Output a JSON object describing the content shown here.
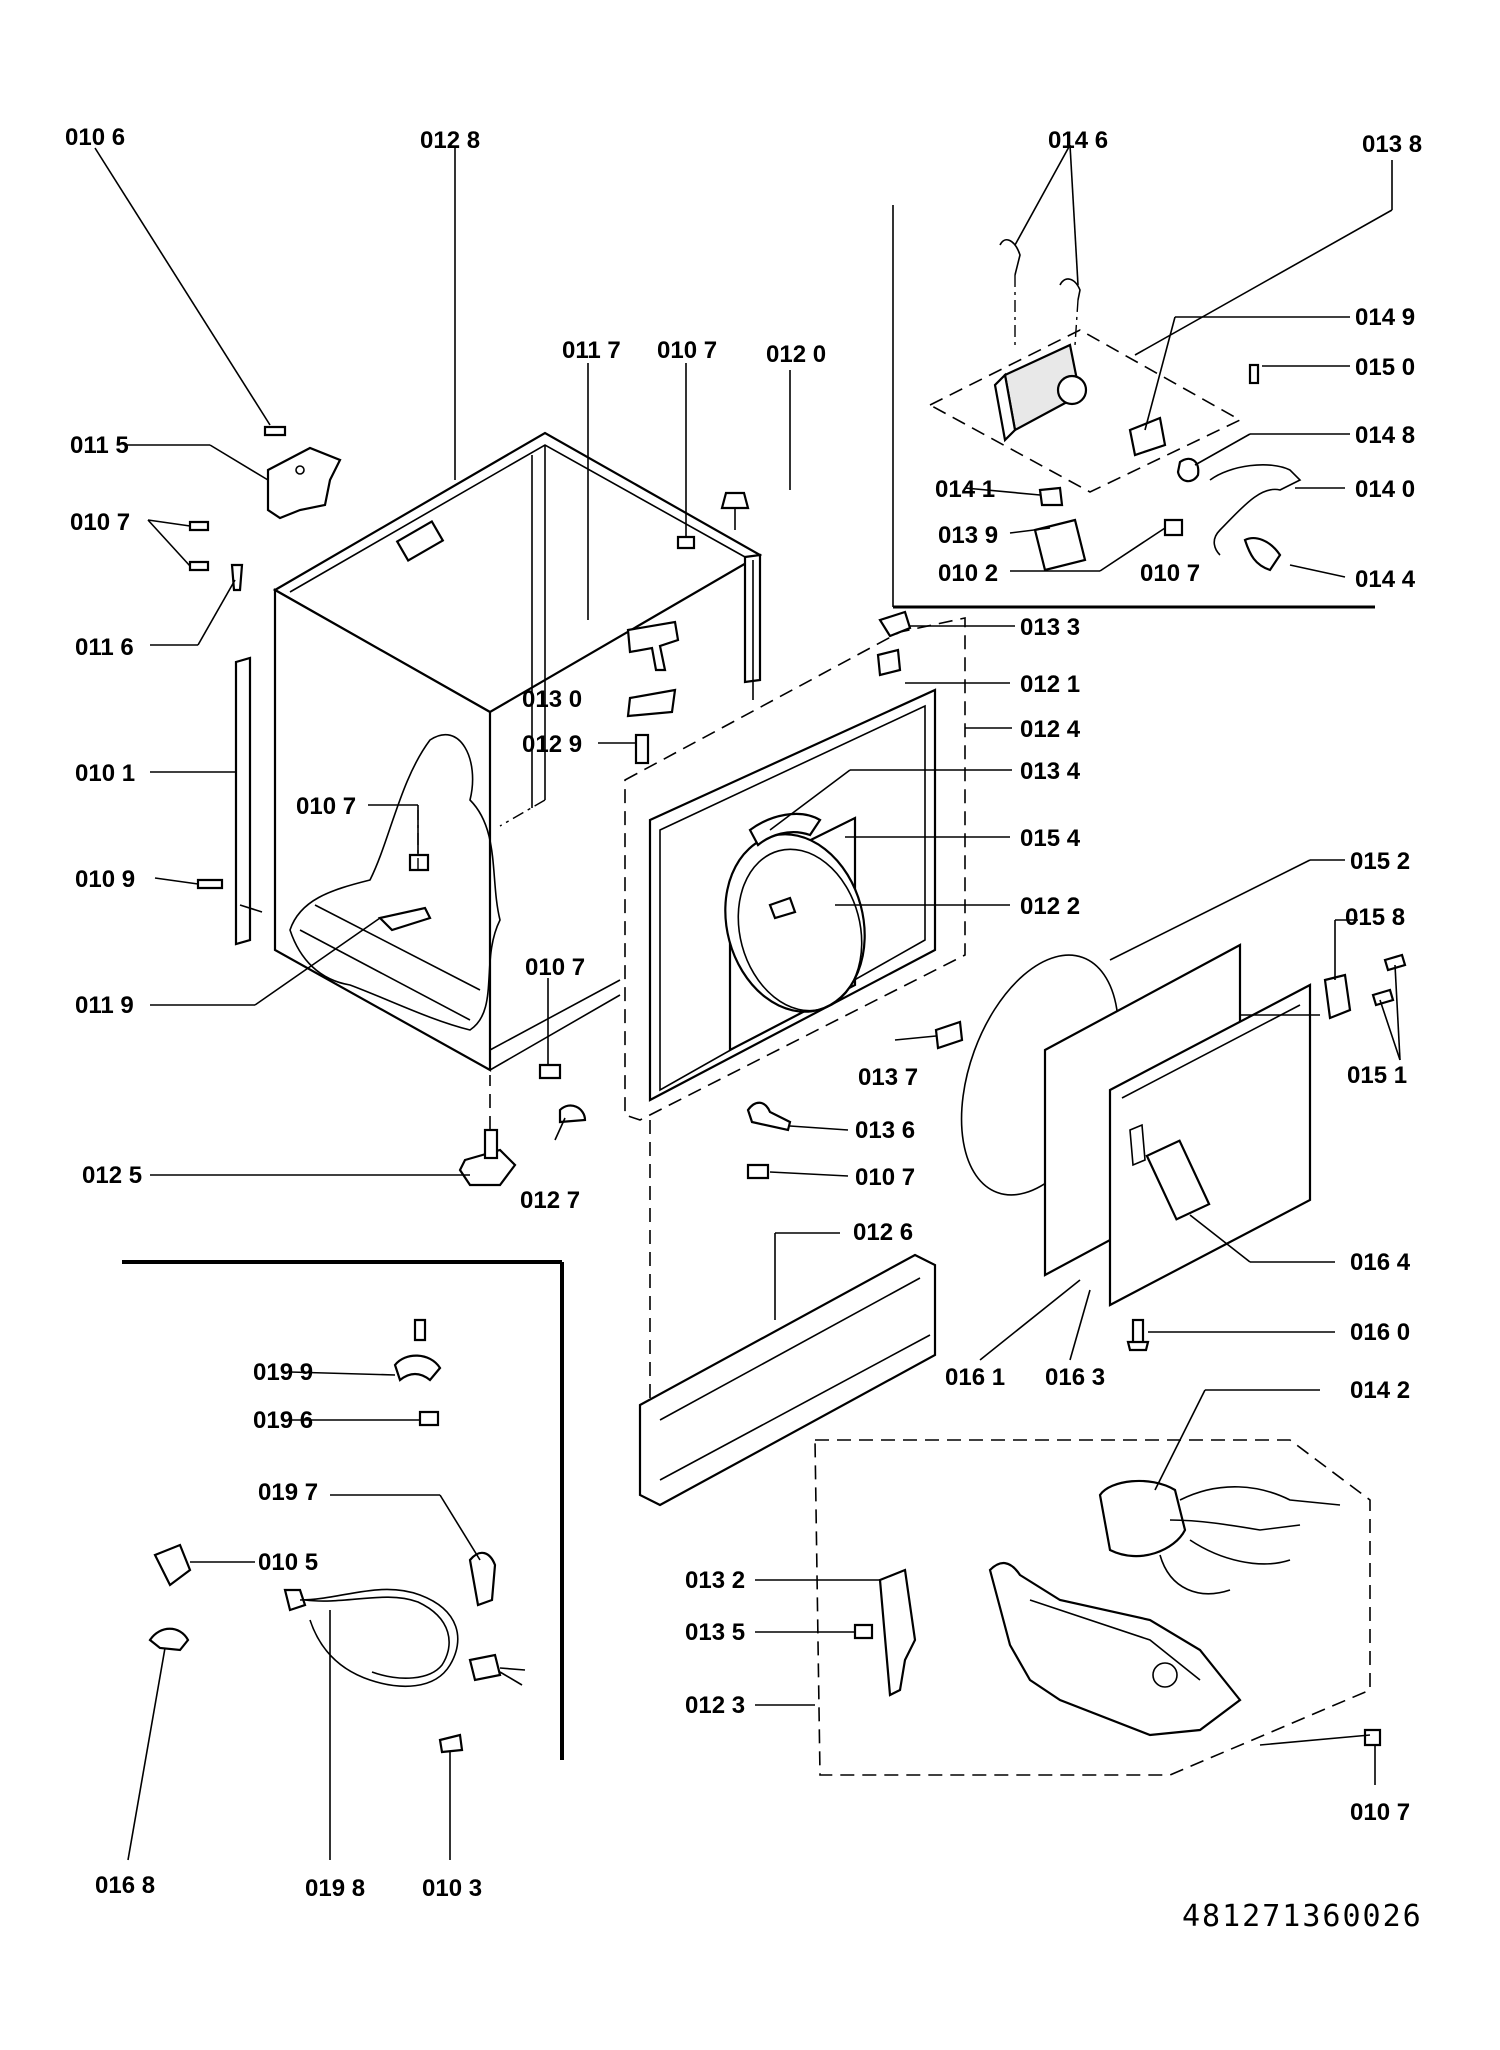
{
  "document_number": "481271360026",
  "labels": [
    {
      "id": "lbl-0106",
      "text": "010 6"
    },
    {
      "id": "lbl-0128",
      "text": "012 8"
    },
    {
      "id": "lbl-0146",
      "text": "014 6"
    },
    {
      "id": "lbl-0138",
      "text": "013 8"
    },
    {
      "id": "lbl-0117",
      "text": "011 7"
    },
    {
      "id": "lbl-0107-a",
      "text": "010 7"
    },
    {
      "id": "lbl-0120",
      "text": "012 0"
    },
    {
      "id": "lbl-0149",
      "text": "014 9"
    },
    {
      "id": "lbl-0150",
      "text": "015 0"
    },
    {
      "id": "lbl-0115",
      "text": "011 5"
    },
    {
      "id": "lbl-0148",
      "text": "014 8"
    },
    {
      "id": "lbl-0141",
      "text": "014 1"
    },
    {
      "id": "lbl-0140",
      "text": "014 0"
    },
    {
      "id": "lbl-0107-b",
      "text": "010 7"
    },
    {
      "id": "lbl-0139",
      "text": "013 9"
    },
    {
      "id": "lbl-0102",
      "text": "010 2"
    },
    {
      "id": "lbl-0107-c",
      "text": "010 7"
    },
    {
      "id": "lbl-0144",
      "text": "014 4"
    },
    {
      "id": "lbl-0116",
      "text": "011 6"
    },
    {
      "id": "lbl-0133",
      "text": "013 3"
    },
    {
      "id": "lbl-0121",
      "text": "012 1"
    },
    {
      "id": "lbl-0130",
      "text": "013 0"
    },
    {
      "id": "lbl-0124",
      "text": "012 4"
    },
    {
      "id": "lbl-0129",
      "text": "012 9"
    },
    {
      "id": "lbl-0101",
      "text": "010 1"
    },
    {
      "id": "lbl-0134",
      "text": "013 4"
    },
    {
      "id": "lbl-0107-d",
      "text": "010 7"
    },
    {
      "id": "lbl-0154",
      "text": "015 4"
    },
    {
      "id": "lbl-0152",
      "text": "015 2"
    },
    {
      "id": "lbl-0109",
      "text": "010 9"
    },
    {
      "id": "lbl-0122",
      "text": "012 2"
    },
    {
      "id": "lbl-0158",
      "text": "015 8"
    },
    {
      "id": "lbl-0107-e",
      "text": "010 7"
    },
    {
      "id": "lbl-0119",
      "text": "011 9"
    },
    {
      "id": "lbl-0137",
      "text": "013 7"
    },
    {
      "id": "lbl-0151",
      "text": "015 1"
    },
    {
      "id": "lbl-0136",
      "text": "013 6"
    },
    {
      "id": "lbl-0125",
      "text": "012 5"
    },
    {
      "id": "lbl-0107-f",
      "text": "010 7"
    },
    {
      "id": "lbl-0127",
      "text": "012 7"
    },
    {
      "id": "lbl-0126",
      "text": "012 6"
    },
    {
      "id": "lbl-0164",
      "text": "016 4"
    },
    {
      "id": "lbl-0160",
      "text": "016 0"
    },
    {
      "id": "lbl-0199",
      "text": "019 9"
    },
    {
      "id": "lbl-0161",
      "text": "016 1"
    },
    {
      "id": "lbl-0163",
      "text": "016 3"
    },
    {
      "id": "lbl-0196",
      "text": "019 6"
    },
    {
      "id": "lbl-0142",
      "text": "014 2"
    },
    {
      "id": "lbl-0197",
      "text": "019 7"
    },
    {
      "id": "lbl-0105",
      "text": "010 5"
    },
    {
      "id": "lbl-0132",
      "text": "013 2"
    },
    {
      "id": "lbl-0135",
      "text": "013 5"
    },
    {
      "id": "lbl-0123",
      "text": "012 3"
    },
    {
      "id": "lbl-0107-g",
      "text": "010 7"
    },
    {
      "id": "lbl-0168",
      "text": "016 8"
    },
    {
      "id": "lbl-0198",
      "text": "019 8"
    },
    {
      "id": "lbl-0103",
      "text": "010 3"
    }
  ]
}
